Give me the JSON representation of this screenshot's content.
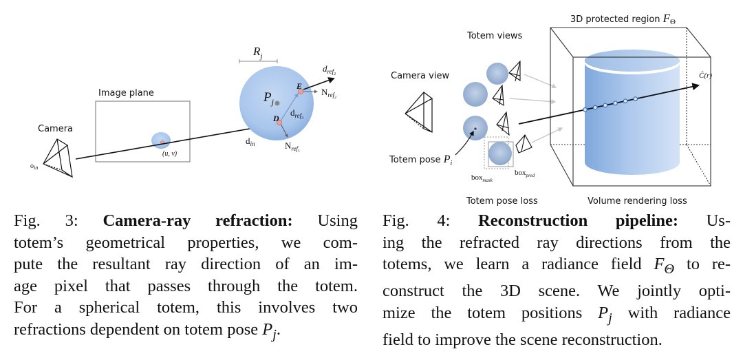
{
  "figure3": {
    "diagram": {
      "camera_label": "Camera",
      "origin_label": "o",
      "origin_sub": "in",
      "image_plane_label": "Image plane",
      "pixel_label": "(u, v)",
      "radius_label": "R",
      "radius_sub": "j",
      "center_label": "P",
      "center_sub": "j",
      "entry_point_label": "D",
      "exit_point_label": "E",
      "incoming_dir_label": "d",
      "incoming_dir_sub": "in",
      "inner_dir_label": "d",
      "inner_dir_sub": "ref",
      "inner_dir_subsub": "3",
      "out_dir_label": "d",
      "out_dir_sub": "ref",
      "out_dir_subsub": "2",
      "normal1_label": "N",
      "normal1_sub": "ref",
      "normal1_subsub": "1",
      "normal2_label": "N",
      "normal2_sub": "ref",
      "normal2_subsub": "2",
      "sphere_color": "#a9c6ec",
      "point_color": "#e8a0a0"
    },
    "caption": {
      "lines": [
        {
          "prefix": "Fig. 3: ",
          "bold": "Camera-ray refraction:",
          "text": " Using"
        },
        {
          "text": "totem’s geometrical properties, we com-"
        },
        {
          "text": "pute the resultant ray direction of an im-"
        },
        {
          "text": "age pixel that passes through the totem."
        },
        {
          "text": "For a spherical totem, this involves two"
        },
        {
          "text": "refractions dependent on totem pose ",
          "math": "P",
          "math_sub": "j",
          "suffix": "."
        }
      ]
    }
  },
  "figure4": {
    "diagram": {
      "region_label": "3D protected region ",
      "region_math": "F",
      "region_math_sub": "Θ",
      "totem_views_label": "Totem views",
      "camera_view_label": "Camera view",
      "totem_pose_label": "Totem pose ",
      "totem_pose_math": "P",
      "totem_pose_sub": "i",
      "box_mask_label": "box",
      "box_mask_sub": "mask",
      "box_pred_label": "box",
      "box_pred_sub": "pred",
      "ray_color_label": "Ĉ(r)",
      "pose_loss_label": "Totem pose loss",
      "render_loss_label": "Volume rendering loss",
      "cylinder_color": "#a9c6ec",
      "sample_point_count": 6
    },
    "caption": {
      "lines": [
        {
          "prefix": "Fig. 4: ",
          "bold": "Reconstruction pipeline:",
          "text": " Us-"
        },
        {
          "text": "ing the refracted ray directions from the"
        },
        {
          "text": "totems, we learn a radiance field ",
          "math": "F",
          "math_sub": "Θ",
          "suffix": " to re-"
        },
        {
          "text": "construct the 3D scene. We jointly opti-"
        },
        {
          "text": "mize the totem positions ",
          "math": "P",
          "math_sub": "j",
          "suffix": " with radiance"
        },
        {
          "text": "field to improve the scene reconstruction."
        }
      ]
    }
  }
}
